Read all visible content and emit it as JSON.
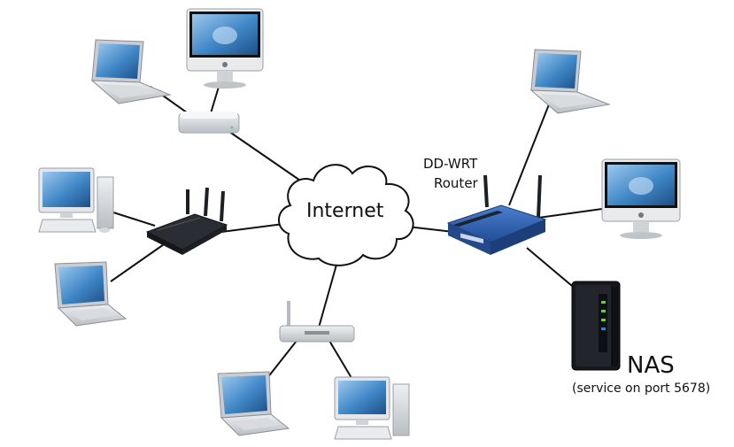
{
  "labels": {
    "internet": "Internet",
    "ddwrt": "DD-WRT",
    "router": "Router",
    "nas": "NAS",
    "nas_service": "(service on port 5678)"
  },
  "colors": {
    "line": "#111111",
    "screen": "#2a6fb0",
    "screen_light": "#7fb6e6",
    "silver": "#cfd3d8",
    "dark_router": "#1c1f24",
    "linksys_blue": "#2e5fa8",
    "nas_body": "#15181c",
    "nas_led": "#63d13a"
  },
  "icons": [
    "laptop-icon",
    "imac-icon",
    "airport-base-station-icon",
    "desktop-pc-icon",
    "wireless-router-icon",
    "linksys-router-icon",
    "access-point-icon",
    "nas-icon",
    "cloud-icon"
  ]
}
